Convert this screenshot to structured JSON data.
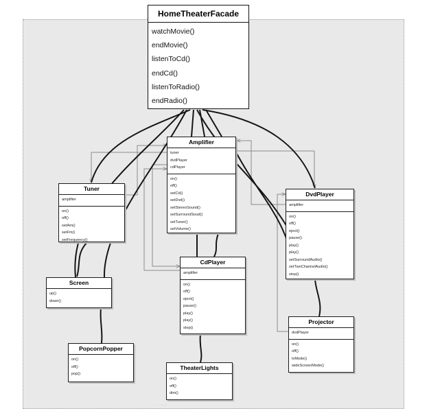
{
  "classes": {
    "facade": {
      "name": "HomeTheaterFacade",
      "fields": [],
      "methods": [
        "watchMovie()",
        "endMovie()",
        "listenToCd()",
        "endCd()",
        "listenToRadio()",
        "endRadio()"
      ]
    },
    "amplifier": {
      "name": "Amplifier",
      "fields": [
        "tuner",
        "dvdPlayer",
        "cdPlayer"
      ],
      "methods": [
        "on()",
        "off()",
        "setCd()",
        "setDvd()",
        "setStereoSound()",
        "setSurroundSoud()",
        "setTuner()",
        "setVolume()"
      ]
    },
    "tuner": {
      "name": "Tuner",
      "fields": [
        "amplifier"
      ],
      "methods": [
        "on()",
        "off()",
        "setAm()",
        "setFm()",
        "setFrequency()"
      ]
    },
    "dvdplayer": {
      "name": "DvdPlayer",
      "fields": [
        "amplifier"
      ],
      "methods": [
        "on()",
        "off()",
        "eject()",
        "pause()",
        "play()",
        "play()",
        "setSurroundAudio()",
        "setTwoChannelAudio()",
        "stop()"
      ]
    },
    "cdplayer": {
      "name": "CdPlayer",
      "fields": [
        "amplifier"
      ],
      "methods": [
        "on()",
        "off()",
        "eject()",
        "pause()",
        "play()",
        "play()",
        "stop()"
      ]
    },
    "screen": {
      "name": "Screen",
      "fields": [],
      "methods": [
        "up()",
        "down()"
      ]
    },
    "projector": {
      "name": "Projector",
      "fields": [
        "dvdPlayer"
      ],
      "methods": [
        "on()",
        "off()",
        "tvMode()",
        "wideScreenMode()"
      ]
    },
    "popcornpopper": {
      "name": "PopcornPopper",
      "fields": [],
      "methods": [
        "on()",
        "off()",
        "pop()"
      ]
    },
    "theaterlights": {
      "name": "TheaterLights",
      "fields": [],
      "methods": [
        "on()",
        "off()",
        "dim()"
      ]
    }
  },
  "footer": {
    "text": "· · · ·"
  }
}
